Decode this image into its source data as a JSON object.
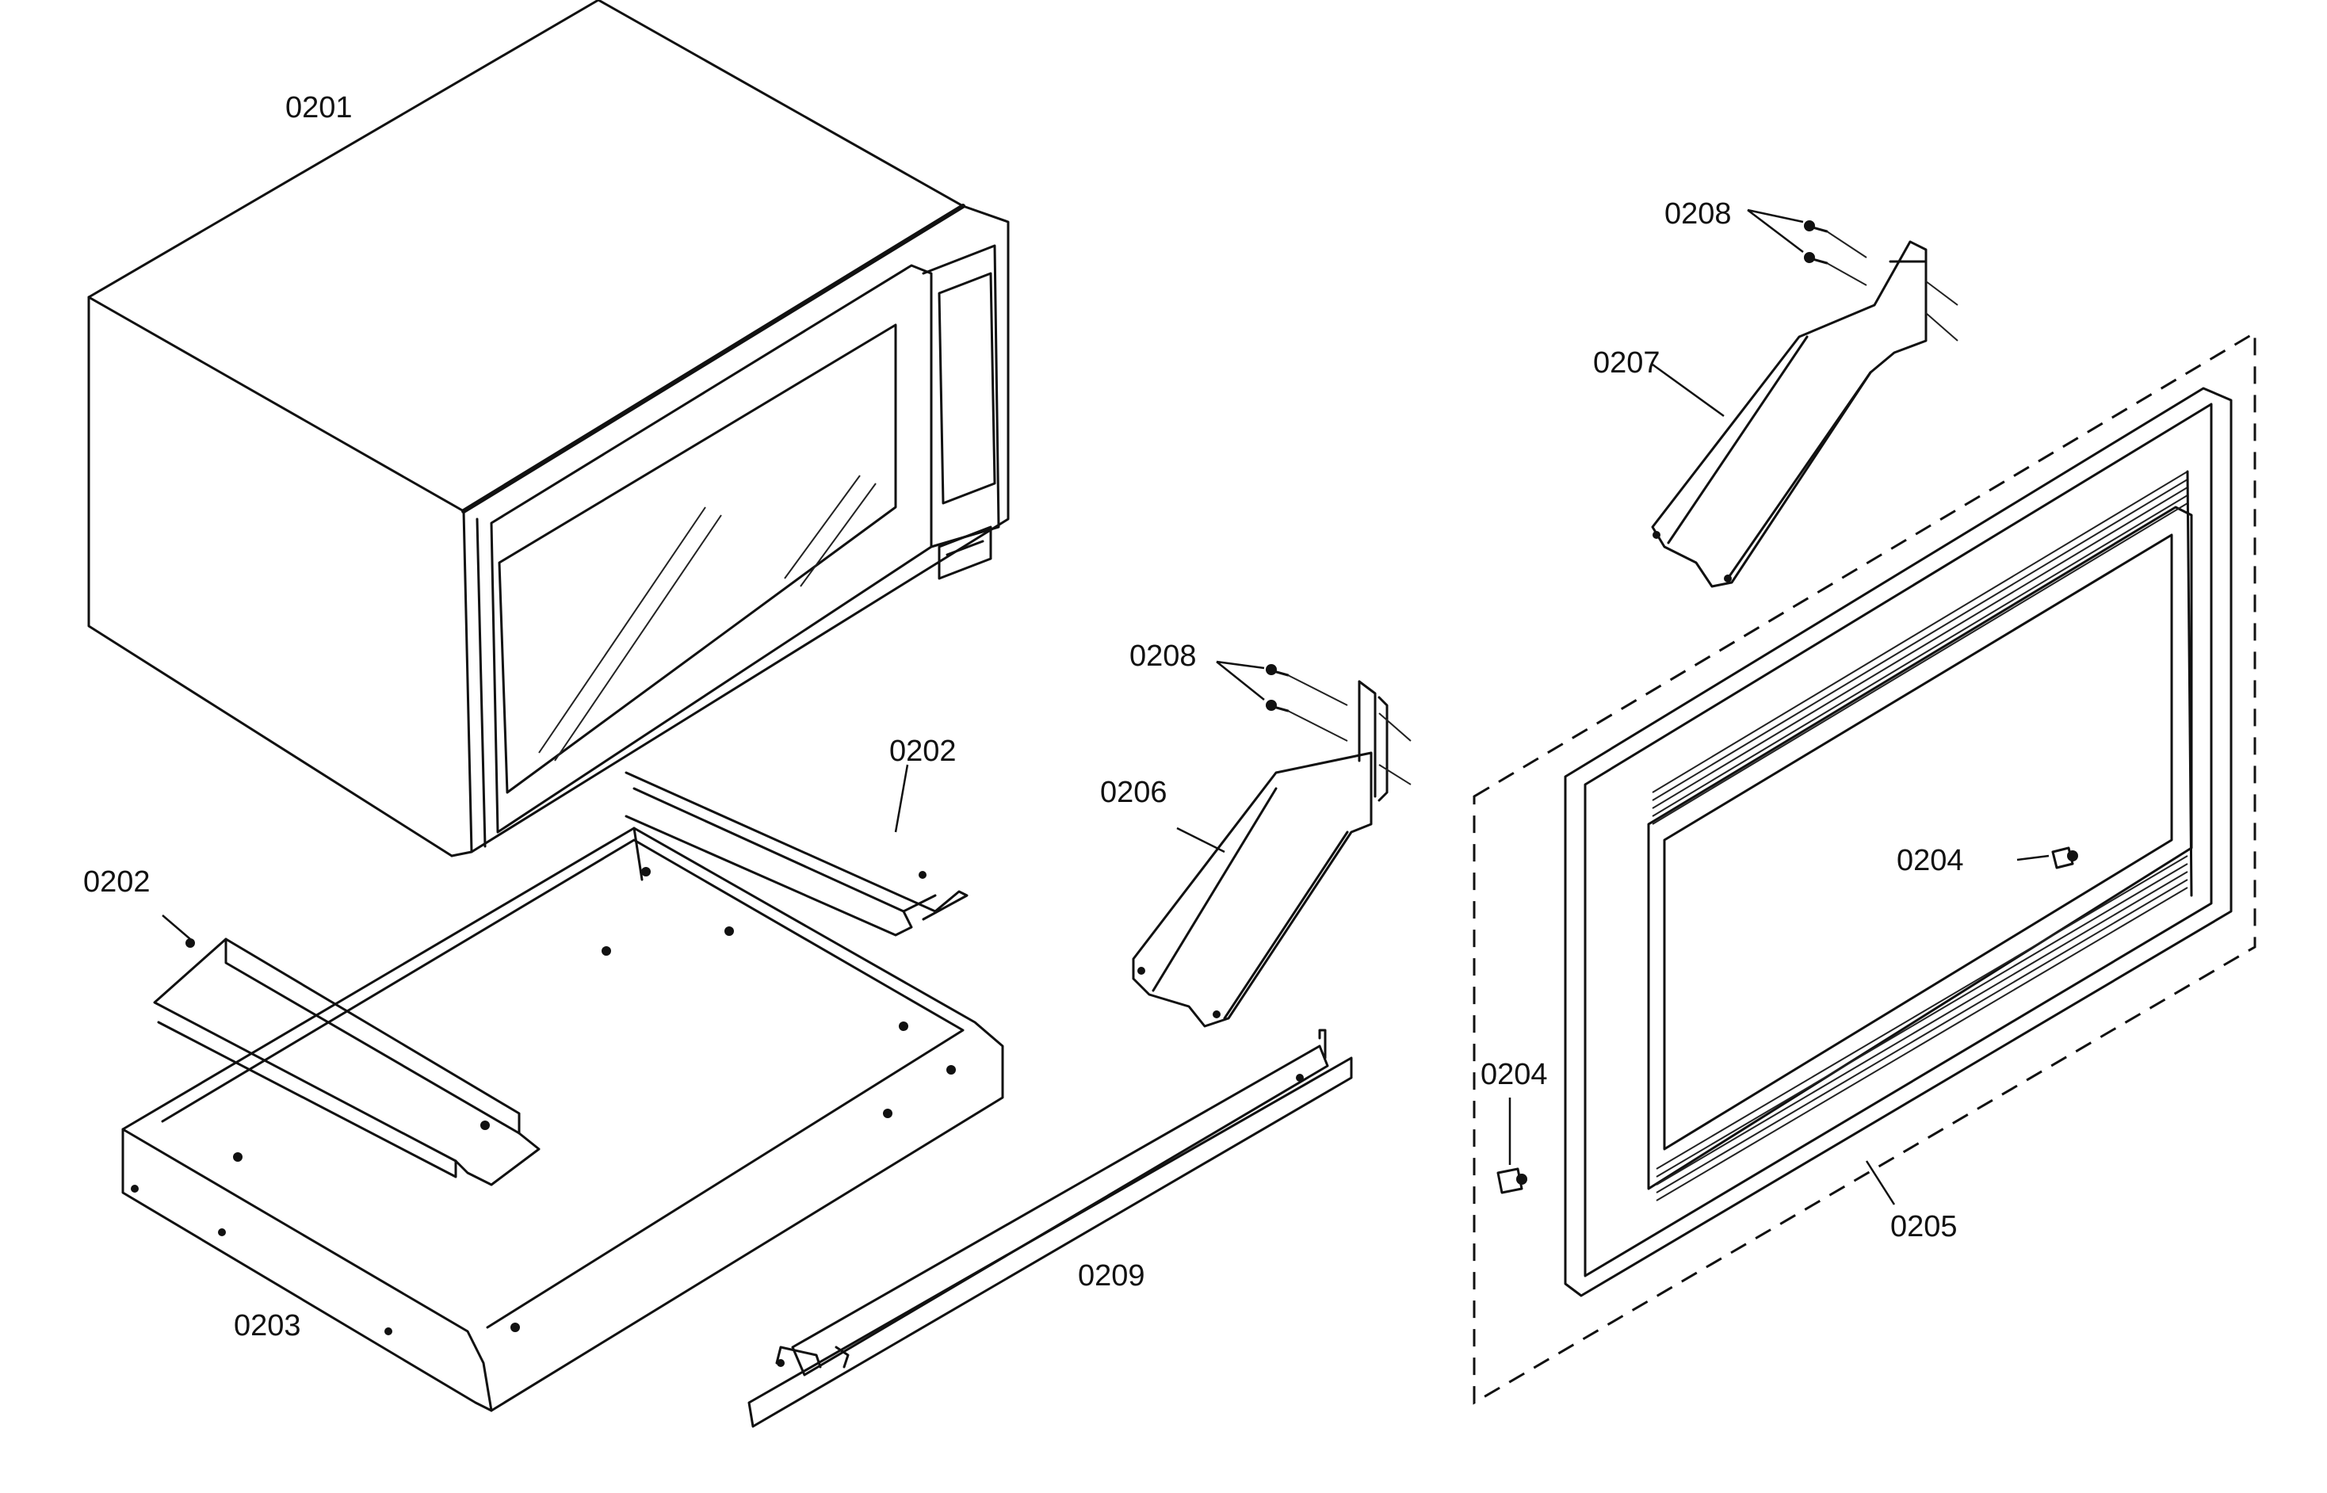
{
  "callouts": {
    "c0201": "0201",
    "c0202a": "0202",
    "c0202b": "0202",
    "c0203": "0203",
    "c0204a": "0204",
    "c0204b": "0204",
    "c0205": "0205",
    "c0206": "0206",
    "c0207": "0207",
    "c0208a": "0208",
    "c0208b": "0208",
    "c0209": "0209"
  }
}
